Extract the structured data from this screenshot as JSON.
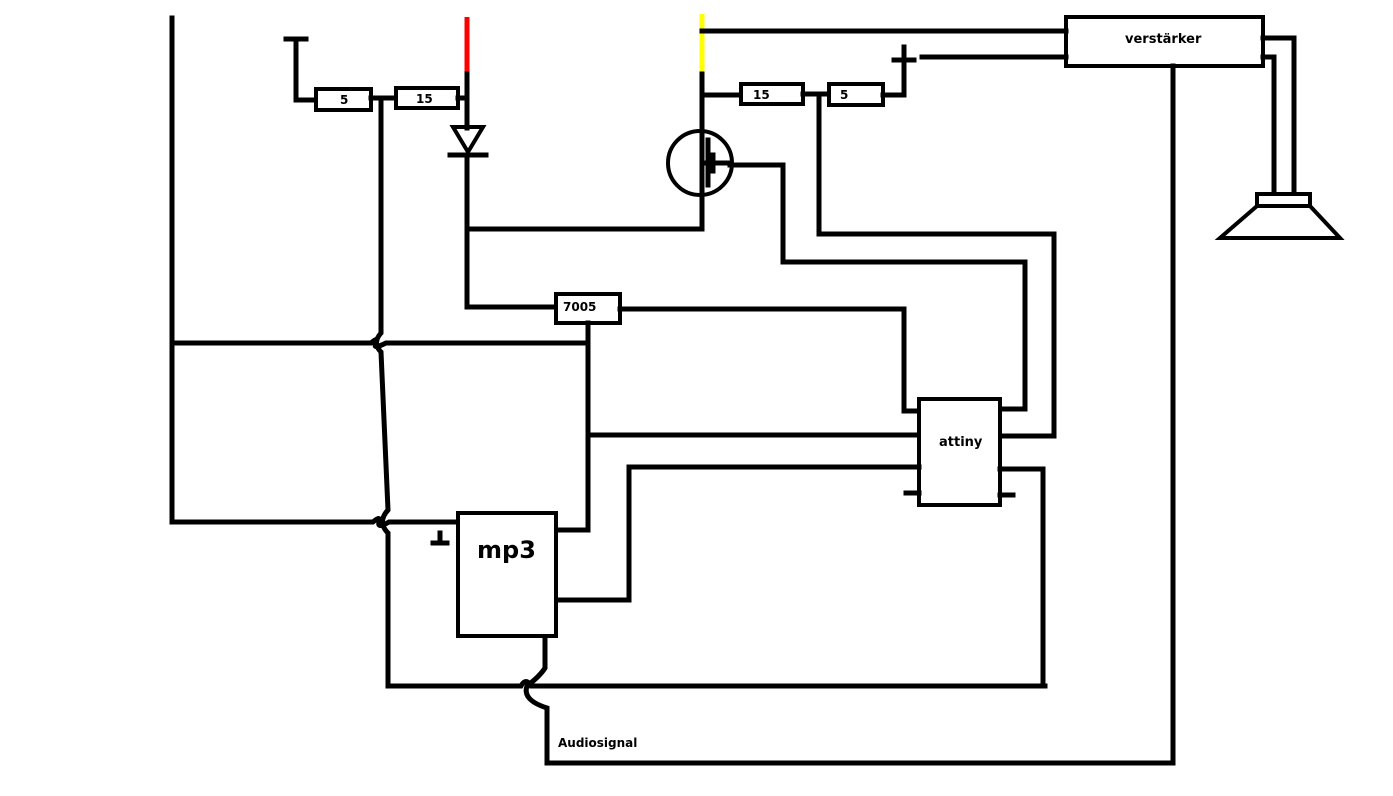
{
  "components": {
    "resistor_a_left": "5",
    "resistor_b_left": "15",
    "resistor_a_right": "15",
    "resistor_b_right": "5",
    "regulator": "7005",
    "amplifier": "verstärker",
    "microcontroller": "attiny",
    "player": "mp3"
  },
  "labels": {
    "audio_signal": "Audiosignal"
  },
  "colors": {
    "wire": "#000000",
    "positive_lead": "#ff0000",
    "signal_lead": "#ffff00",
    "background": "#ffffff"
  }
}
